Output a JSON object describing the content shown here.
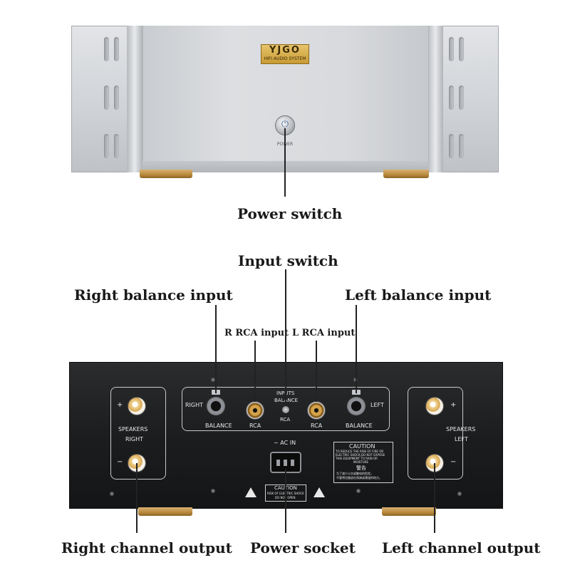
{
  "front": {
    "brand_name": "YJGO",
    "brand_sub": "HIFI AUDIO SYSTEM",
    "power_text": "POWER"
  },
  "labels": {
    "power_switch": "Power switch",
    "input_switch": "Input switch",
    "right_balance_input": "Right balance input",
    "left_balance_input": "Left balance input",
    "r_rca_input": "R RCA input",
    "l_rca_input": "L RCA input",
    "right_channel_output": "Right channel output",
    "power_socket": "Power socket",
    "left_channel_output": "Left channel output"
  },
  "rear": {
    "plus": "+",
    "minus": "−",
    "speakers": "SPEAKERS",
    "right": "RIGHT",
    "left": "LEFT",
    "inputs_title": "INPUTS",
    "balance_title": "BALANCE",
    "rca_center": "RCA",
    "balance": "BALANCE",
    "rca": "RCA",
    "ac_in": "~ AC IN",
    "caution_title": "CAUTION",
    "caution_line1": "TO REDUCE THE RISK OF FIRE OR",
    "caution_line2": "ELECTRIC SHOCK,DO NOT EXPOSE",
    "caution_line3": "THIS EQUIPMENT TO RAIN OR",
    "caution_line4": "MOISTURE",
    "warning_cn": "警告",
    "caution_cn_line1": "为了减少火灾或触电的危险，",
    "caution_cn_line2": "不要将设备放在雨淋或潮湿的地方。",
    "caution_small_title": "CAUTION",
    "caution_small_line1": "RISK OF ELECTRIC SHOCK",
    "caution_small_line2": "DO NOT OPEN"
  }
}
